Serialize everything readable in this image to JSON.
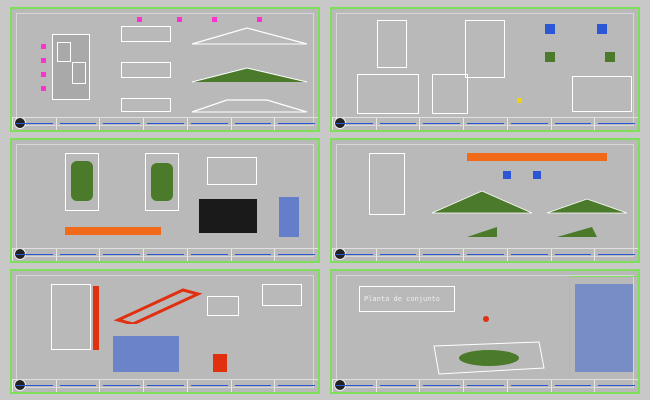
{
  "sheets": [
    {
      "id": "sheet-1",
      "content": "plan-elevations"
    },
    {
      "id": "sheet-2",
      "content": "details"
    },
    {
      "id": "sheet-3",
      "content": "landscape-plans"
    },
    {
      "id": "sheet-4",
      "content": "roof-elevations"
    },
    {
      "id": "sheet-5",
      "content": "structure-3d"
    },
    {
      "id": "sheet-6",
      "content": "site-notes"
    }
  ],
  "sheet6": {
    "handwritten_title": "Planta de conjunto"
  },
  "colors": {
    "frame": "#7ee05a",
    "paper": "#b9b9b9",
    "accent_blue": "#2b57d6",
    "accent_pink": "#ff33cc",
    "accent_red": "#e03010",
    "accent_green": "#4a7a2a"
  }
}
